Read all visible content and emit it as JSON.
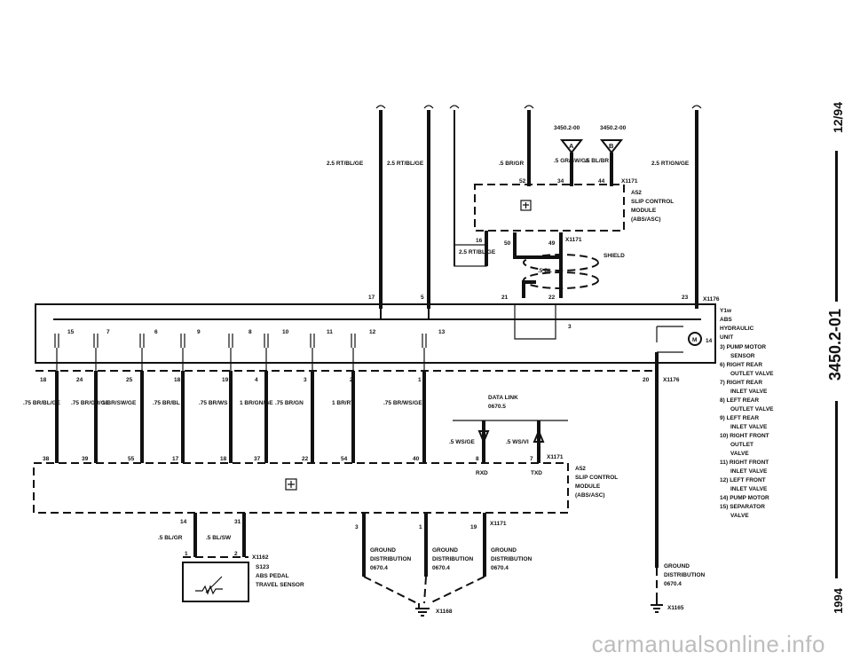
{
  "page": {
    "date": "12/94",
    "doc_code": "3450.2-01",
    "year": "1994",
    "watermark": "carmanualsonline.info"
  },
  "top_wires": {
    "w1": "2.5 RT/BL/GE",
    "w2": "2.5 RT/BL/GE",
    "w3": ".5 BR/GR",
    "w4": "2.5 RT/GN/GE",
    "ref1": "3450.2-00",
    "ref2": "3450.2-00",
    "conn_a": "A",
    "conn_b": "B",
    "w5": ".5 GR/SW/GE",
    "w6": ".5 BL/BR",
    "p52": "52",
    "p34": "34",
    "p44": "44",
    "x1171_top": "X1171"
  },
  "module_top": {
    "id": "A52",
    "line1": "SLIP CONTROL",
    "line2": "MODULE",
    "line3": "(ABS/ASC)",
    "p16": "16",
    "w16": "2.5 RT/BL/GE",
    "p50": "50",
    "p49": "49",
    "x1171": "X1171",
    "shield": "SHIELD",
    "w_bl": ".5 BL",
    "p21": "21",
    "p22": "22"
  },
  "hydraulic_unit": {
    "p17": "17",
    "p5": "5",
    "p23": "23",
    "x1176": "X1176",
    "label_lines": [
      "Y1w",
      "ABS",
      "HYDRAULIC",
      "UNIT"
    ],
    "legend": [
      "3)  PUMP MOTOR",
      "SENSOR",
      "6)  RIGHT REAR",
      "OUTLET VALVE",
      "7)  RIGHT REAR",
      "INLET VALVE",
      "8)  LEFT REAR",
      "OUTLET VALVE",
      "9)  LEFT REAR",
      "INLET VALVE",
      "10) RIGHT FRONT",
      "OUTLET",
      "VALVE",
      "11) RIGHT FRONT",
      "INLET VALVE",
      "12) LEFT FRONT",
      "INLET VALVE",
      "14) PUMP MOTOR",
      "15) SEPARATOR",
      "VALVE"
    ],
    "valves": [
      "15",
      "7",
      "6",
      "9",
      "8",
      "10",
      "11",
      "12",
      "13"
    ],
    "p3": "3",
    "p14": "14",
    "m": "M"
  },
  "mid_pins": {
    "pins": [
      "18",
      "24",
      "25",
      "18",
      "19",
      "4",
      "3",
      "2",
      "1"
    ],
    "p20": "20",
    "x1176": "X1176",
    "wires": [
      ".75 BR/BL/GE",
      ".75 BR/GR/GE",
      "1 BR/SW/GE",
      ".75 BR/BL",
      ".75 BR/WS",
      "1 BR/GN/GE",
      ".75 BR/GN",
      "1 BR/RT",
      ".75 BR/WS/GE"
    ],
    "data_link": "DATA LINK",
    "data_link_ref": "0670.5",
    "w_wsge": ".5 WS/GE",
    "w_wsvi": ".5 WS/VI",
    "module_pins": [
      "38",
      "39",
      "55",
      "17",
      "18",
      "37",
      "22",
      "54",
      "40",
      "8",
      "7"
    ],
    "x1171": "X1171"
  },
  "module_bottom": {
    "id": "A52",
    "line1": "SLIP CONTROL",
    "line2": "MODULE",
    "line3": "(ABS/ASC)",
    "rxd": "RXD",
    "txd": "TXD",
    "p14": "14",
    "p31": "31",
    "p3": "3",
    "p1": "1",
    "p19": "19",
    "x1171": "X1171"
  },
  "pedal_sensor": {
    "w1": ".5 BL/GR",
    "w2": ".5 BL/SW",
    "p1": "1",
    "p2": "2",
    "x1162": "X1162",
    "id": "S123",
    "line1": "ABS PEDAL",
    "line2": "TRAVEL SENSOR"
  },
  "grounds": {
    "g1": [
      "GROUND",
      "DISTRIBUTION",
      "0670.4"
    ],
    "g2": [
      "GROUND",
      "DISTRIBUTION",
      "0670.4"
    ],
    "g3": [
      "GROUND",
      "DISTRIBUTION",
      "0670.4"
    ],
    "g4": [
      "GROUND",
      "DISTRIBUTION",
      "0670.4"
    ],
    "x1168": "X1168",
    "x1165": "X1165"
  }
}
